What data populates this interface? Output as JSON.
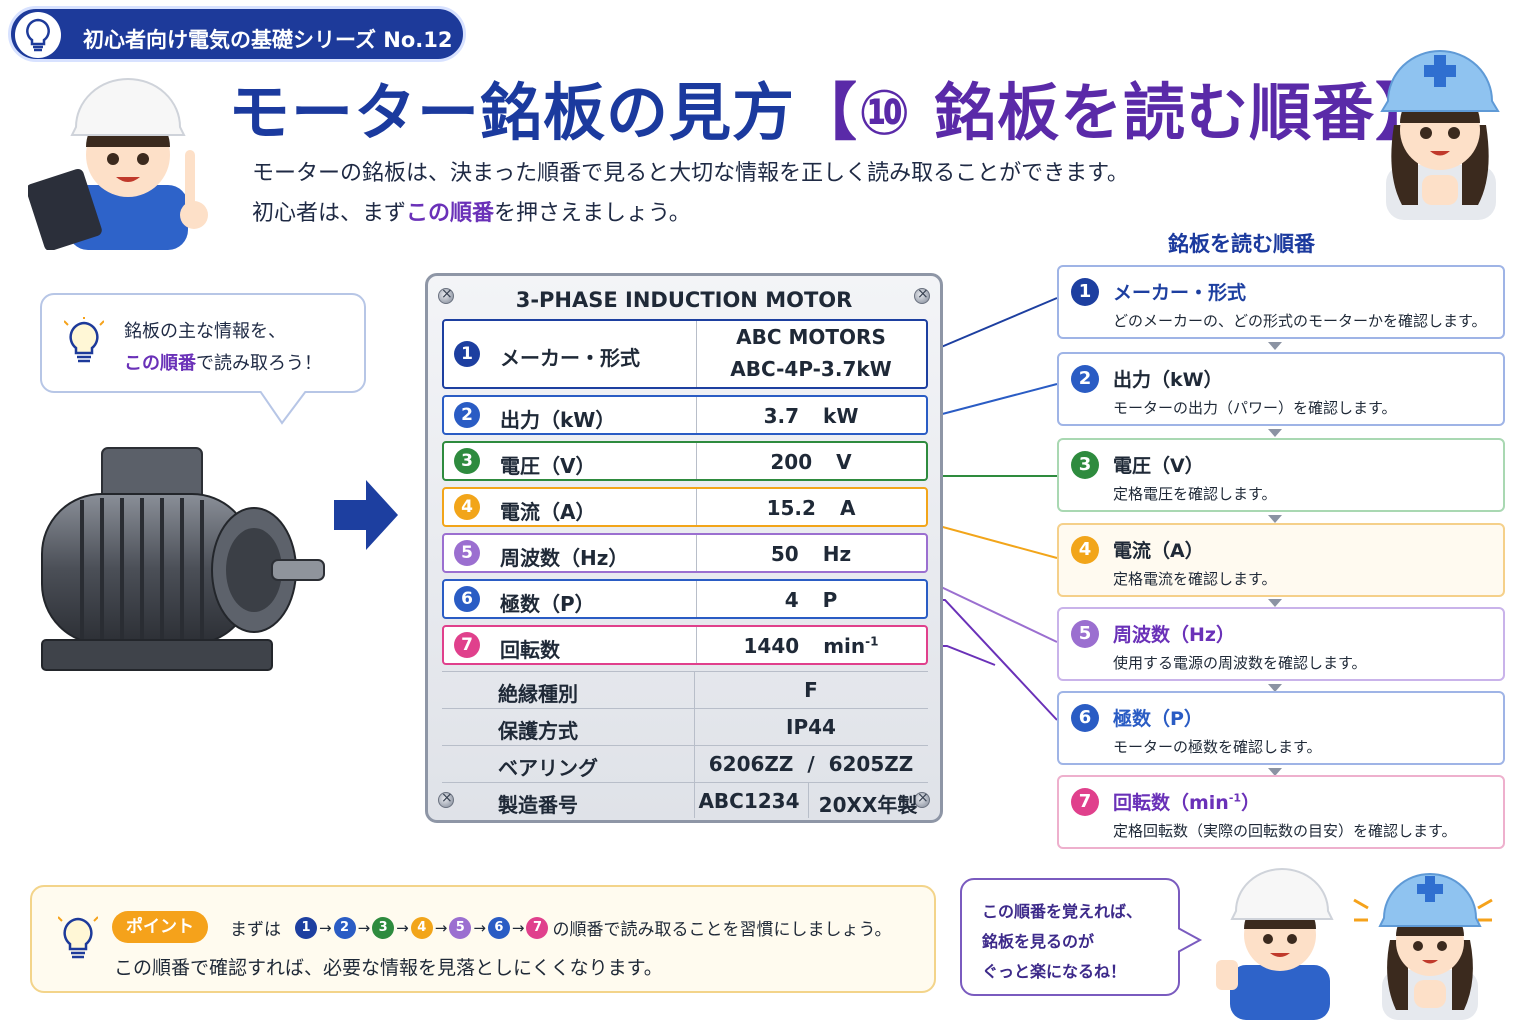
{
  "header": {
    "series": "初心者向け電気の基礎シリーズ No.12",
    "title_main": "モーター銘板の見方",
    "title_accent": "【⑩ 銘板を読む順番】",
    "intro_line1": "モーターの銘板は、決まった順番で見ると大切な情報を正しく読み取ることができます。",
    "intro_line2_a": "初心者は、まず",
    "intro_line2_hl": "この順番",
    "intro_line2_b": "を押さえましょう。"
  },
  "bubble_left": {
    "line1": "銘板の主な情報を、",
    "line2_hl": "この順番",
    "line2_b": "で読み取ろう！"
  },
  "nameplate": {
    "title": "3-PHASE INDUCTION MOTOR",
    "rows": [
      {
        "num": "1",
        "label": "メーカー・形式",
        "value": "ABC MOTORS",
        "value2": "ABC-4P-3.7kW",
        "color": "#1d3fa0"
      },
      {
        "num": "2",
        "label": "出力（kW）",
        "value": "3.7",
        "unit": "kW",
        "color": "#2a5cc4"
      },
      {
        "num": "3",
        "label": "電圧（V）",
        "value": "200",
        "unit": "V",
        "color": "#2e8b3e"
      },
      {
        "num": "4",
        "label": "電流（A）",
        "value": "15.2",
        "unit": "A",
        "color": "#f2a51a"
      },
      {
        "num": "5",
        "label": "周波数（Hz）",
        "value": "50",
        "unit": "Hz",
        "color": "#9b6fd0"
      },
      {
        "num": "6",
        "label": "極数（P）",
        "value": "4",
        "unit": "P",
        "color": "#2a5cc4"
      },
      {
        "num": "7",
        "label": "回転数",
        "value": "1440",
        "unit": "min",
        "unit_sup": "-1",
        "color": "#e0408c"
      }
    ],
    "specs": [
      {
        "label": "絶縁種別",
        "value": "F"
      },
      {
        "label": "保護方式",
        "value": "IP44"
      },
      {
        "label": "ベアリング",
        "value": "6206ZZ  /  6205ZZ"
      },
      {
        "label": "製造番号",
        "value": "ABC1234",
        "value_b": "20XX年製"
      }
    ]
  },
  "steps": {
    "heading": "銘板を読む順番",
    "items": [
      {
        "num": "1",
        "title": "メーカー・形式",
        "desc": "どのメーカーの、どの形式のモーターかを確認します。",
        "color": "#1d3fa0",
        "border": "#9fb4e6",
        "bg": "#ffffff",
        "title_color": "#1d3fa0"
      },
      {
        "num": "2",
        "title": "出力（kW）",
        "desc": "モーターの出力（パワー）を確認します。",
        "color": "#2a5cc4",
        "border": "#9fb4e6",
        "bg": "#ffffff",
        "title_color": "#1f2937"
      },
      {
        "num": "3",
        "title": "電圧（V）",
        "desc": "定格電圧を確認します。",
        "color": "#2e8b3e",
        "border": "#a9d8b2",
        "bg": "#ffffff",
        "title_color": "#1f2937"
      },
      {
        "num": "4",
        "title": "電流（A）",
        "desc": "定格電流を確認します。",
        "color": "#f2a51a",
        "border": "#f5d08a",
        "bg": "#fffaf0",
        "title_color": "#1f2937"
      },
      {
        "num": "5",
        "title": "周波数（Hz）",
        "desc": "使用する電源の周波数を確認します。",
        "color": "#9b6fd0",
        "border": "#c9b3ea",
        "bg": "#ffffff",
        "title_color": "#6a31b8"
      },
      {
        "num": "6",
        "title": "極数（P）",
        "desc": "モーターの極数を確認します。",
        "color": "#2a5cc4",
        "border": "#9fb4e6",
        "bg": "#ffffff",
        "title_color": "#2a5cc4"
      },
      {
        "num": "7",
        "title": "回転数（min",
        "title_sup": "-1",
        "title_end": "）",
        "desc": "定格回転数（実際の回転数の目安）を確認します。",
        "color": "#e0408c",
        "border": "#eeb0cd",
        "bg": "#ffffff",
        "title_color": "#6a31b8"
      }
    ]
  },
  "point": {
    "badge": "ポイント",
    "line1_pre": "まずは",
    "line1_post": "の順番で読み取ることを習慣にしましょう。",
    "line2": "この順番で確認すれば、必要な情報を見落としにくくなります。",
    "seq": [
      {
        "n": "1",
        "color": "#1d3fa0"
      },
      {
        "n": "2",
        "color": "#2a5cc4"
      },
      {
        "n": "3",
        "color": "#2e8b3e"
      },
      {
        "n": "4",
        "color": "#f2a51a"
      },
      {
        "n": "5",
        "color": "#9b6fd0"
      },
      {
        "n": "6",
        "color": "#2a5cc4"
      },
      {
        "n": "7",
        "color": "#e0408c"
      }
    ],
    "arrow": "→"
  },
  "bubble_br": {
    "line1": "この順番を覚えれば、",
    "line2": "銘板を見るのが",
    "line3": "ぐっと楽になるね！"
  }
}
